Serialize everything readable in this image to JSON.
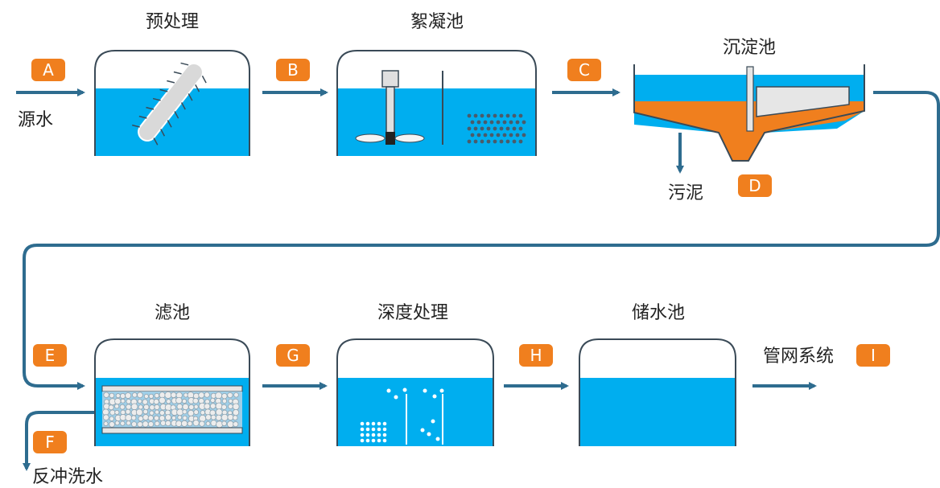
{
  "colors": {
    "water": "#00AEEF",
    "pipe": "#2E6C8F",
    "badge": "#F07F1E",
    "outline": "#3A4A57",
    "sludge": "#F07F1E",
    "dots": "#4A5B6A",
    "media": "#D9D9D9"
  },
  "stages": {
    "pretreatment": "预处理",
    "flocculation": "絮凝池",
    "sedimentation": "沉淀池",
    "filter": "滤池",
    "advanced": "深度处理",
    "storage": "储水池"
  },
  "flows": {
    "source": "源水",
    "sludge": "污泥",
    "backwash": "反冲洗水",
    "network": "管网系统"
  },
  "badges": {
    "a": "A",
    "b": "B",
    "c": "C",
    "d": "D",
    "e": "E",
    "f": "F",
    "g": "G",
    "h": "H",
    "i": "I"
  },
  "icons": {
    "arrow": "arrow-right-icon",
    "aerator": "aerator-icon",
    "mixer": "mixer-icon",
    "bubbles": "bubbles-icon"
  }
}
